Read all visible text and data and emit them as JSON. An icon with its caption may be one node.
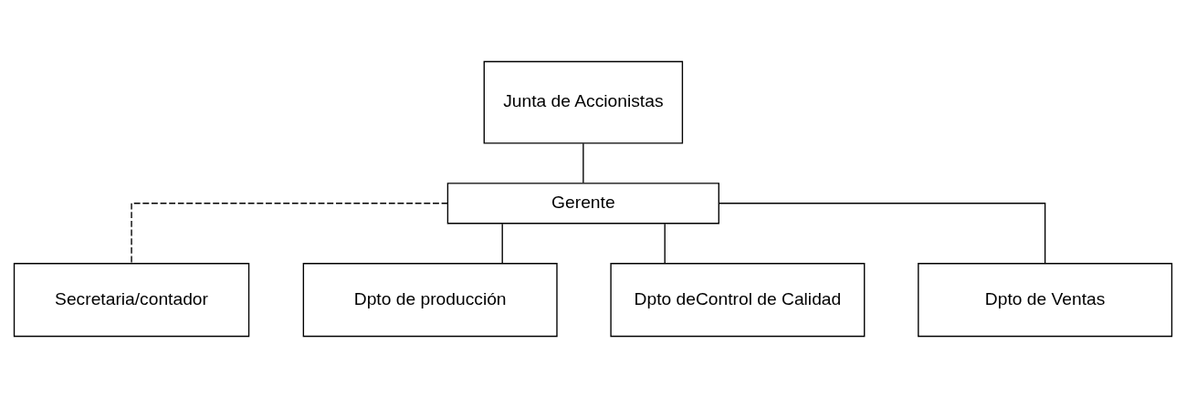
{
  "diagram": {
    "nodes": [
      {
        "text": [
          "Junta de Accionistas"
        ]
      },
      {
        "text": [
          "Gerente"
        ]
      },
      {
        "text": [
          "Secretaria/contador"
        ]
      },
      {
        "text": [
          "Dpto de producción"
        ]
      },
      {
        "text": [
          "Dpto deControl de Calidad"
        ]
      },
      {
        "text": [
          "Dpto de Ventas"
        ]
      }
    ],
    "edges": [
      {
        "from": 0,
        "to": 1,
        "arrow": "none"
      },
      {
        "from": 1,
        "to": 2,
        "arrow": "none",
        "style": "dashed"
      },
      {
        "from": 1,
        "to": 3,
        "arrow": "none"
      },
      {
        "from": 1,
        "to": 4,
        "arrow": "none"
      },
      {
        "from": 1,
        "to": 5,
        "arrow": "none"
      }
    ]
  }
}
